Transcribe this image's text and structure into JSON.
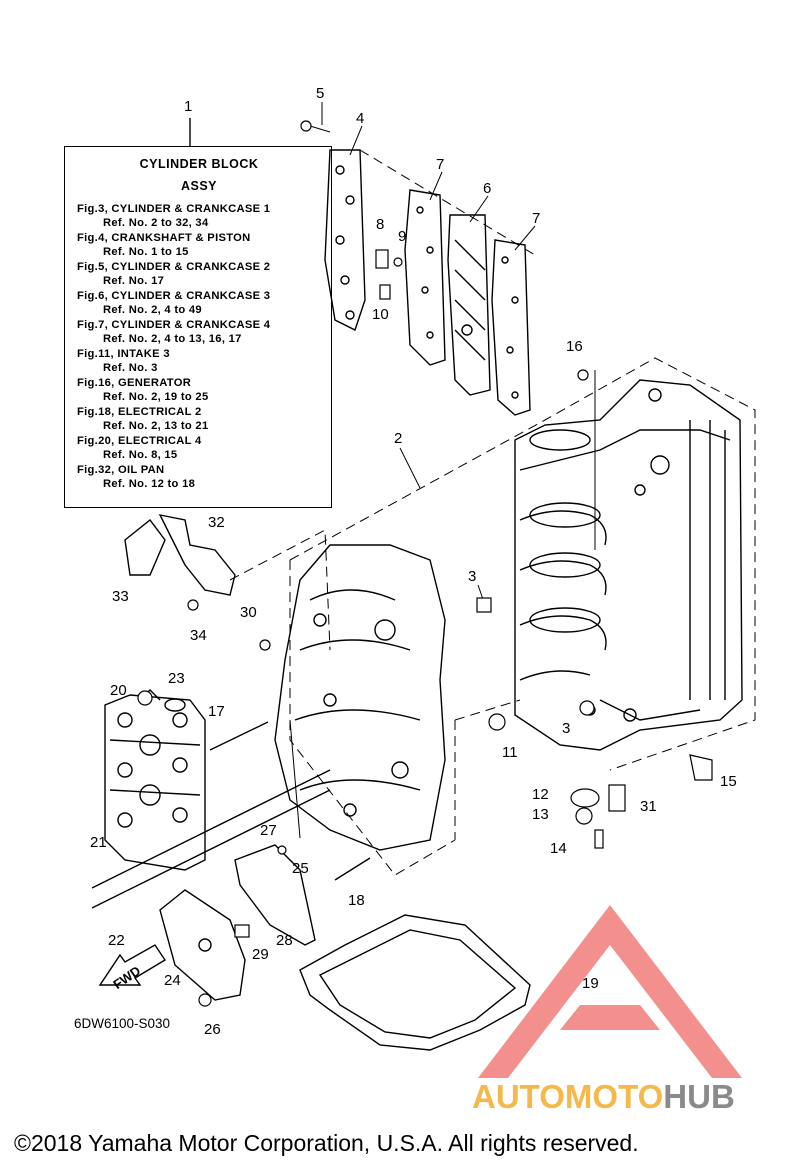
{
  "note": {
    "title1": "CYLINDER  BLOCK",
    "title2": "ASSY",
    "lines": [
      "Fig.3, CYLINDER & CRANKCASE 1",
      "Ref. No. 2 to 32, 34",
      "Fig.4, CRANKSHAFT & PISTON",
      "Ref. No. 1 to 15",
      "Fig.5, CYLINDER & CRANKCASE 2",
      "Ref. No. 17",
      "Fig.6, CYLINDER & CRANKCASE 3",
      "Ref. No. 2, 4 to 49",
      "Fig.7, CYLINDER & CRANKCASE 4",
      "Ref. No. 2, 4 to 13, 16, 17",
      "Fig.11, INTAKE 3",
      "Ref. No. 3",
      "Fig.16, GENERATOR",
      "Ref. No. 2, 19 to 25",
      "Fig.18, ELECTRICAL 2",
      "Ref. No. 2, 13 to 21",
      "Fig.20, ELECTRICAL 4",
      "Ref. No. 8, 15",
      "Fig.32, OIL PAN",
      "Ref. No. 12 to 18"
    ]
  },
  "callouts": [
    "1",
    "2",
    "3",
    "3",
    "4",
    "5",
    "6",
    "7",
    "7",
    "8",
    "9",
    "10",
    "11",
    "12",
    "13",
    "14",
    "15",
    "16",
    "17",
    "18",
    "19",
    "20",
    "21",
    "22",
    "23",
    "24",
    "25",
    "26",
    "27",
    "28",
    "29",
    "30",
    "31",
    "32",
    "33",
    "34"
  ],
  "fwd_label": "FWD",
  "diagram_code": "6DW6100-S030",
  "copyright": "©2018 Yamaha Motor Corporation, U.S.A. All rights reserved.",
  "brand": {
    "part1": "AUTO",
    "part2": "MOTO",
    "part3": "HUB",
    "color_orange": "#f6b84a",
    "color_gray": "#8a8a8a",
    "color_red": "#e8322f"
  }
}
